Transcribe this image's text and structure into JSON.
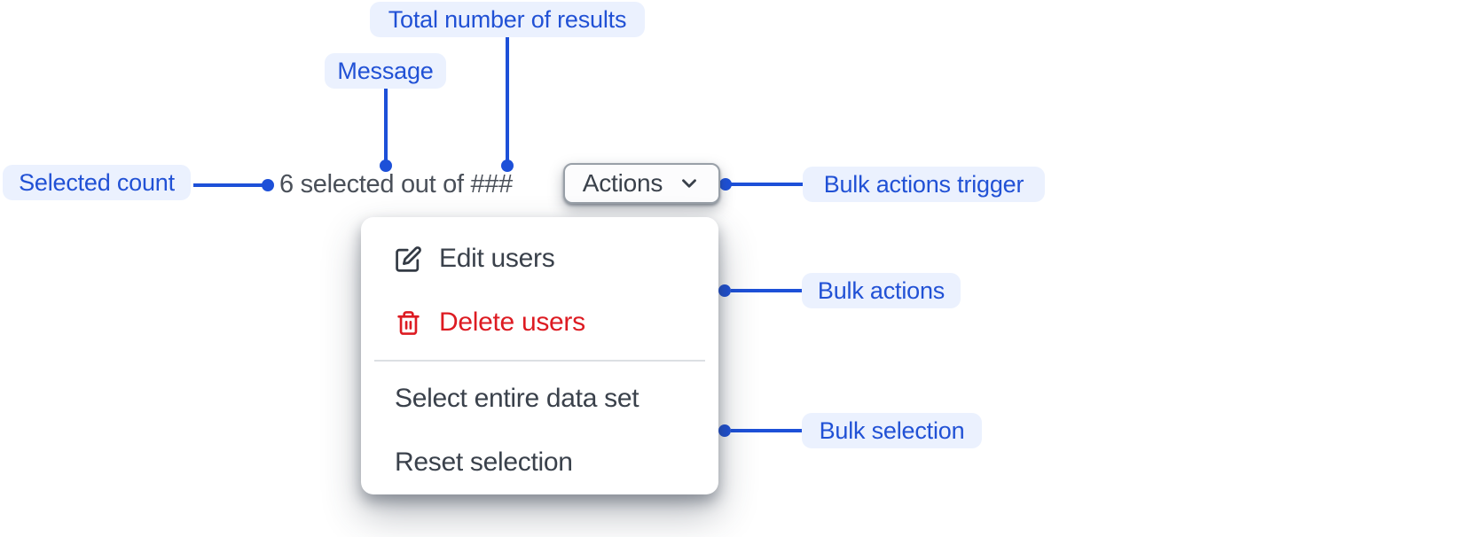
{
  "annotations": {
    "total_results": "Total number of results",
    "message": "Message",
    "selected_count": "Selected count",
    "bulk_actions_trigger": "Bulk actions trigger",
    "bulk_actions": "Bulk actions",
    "bulk_selection": "Bulk selection"
  },
  "toolbar": {
    "selection_message": "6 selected out of ###",
    "actions_button_label": "Actions",
    "actions_button_icon": "chevron-down-icon"
  },
  "menu": {
    "items": [
      {
        "label": "Edit users",
        "icon": "pencil-square-icon",
        "variant": "default"
      },
      {
        "label": "Delete users",
        "icon": "trash-icon",
        "variant": "danger"
      },
      {
        "label": "Select entire data set",
        "icon": "",
        "variant": "default"
      },
      {
        "label": "Reset selection",
        "icon": "",
        "variant": "default"
      }
    ]
  },
  "colors": {
    "annotation_text": "#2151D5",
    "annotation_pill_bg": "#EBF1FE",
    "connector_blue": "#1D50D8",
    "text_dark": "#3A414B",
    "message_text": "#4A5059",
    "danger_red": "#DD1B22",
    "button_border": "#99A0A8",
    "divider_gray": "#DCDFE3",
    "background": "#FFFFFF"
  }
}
